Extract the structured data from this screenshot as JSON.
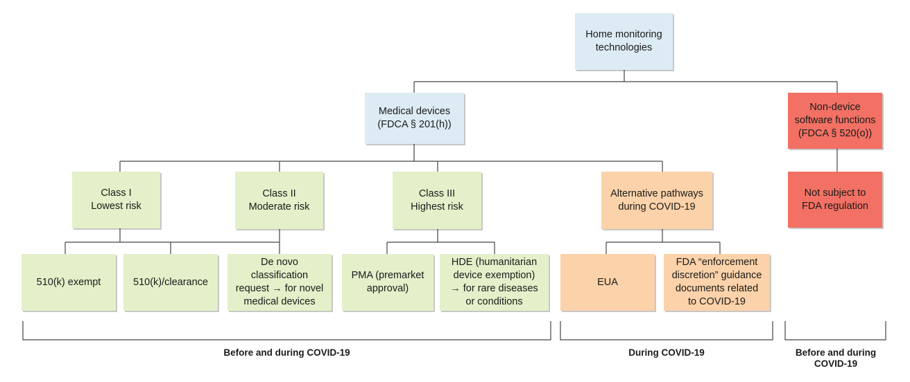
{
  "nodes": {
    "home": "Home monitoring\ntechnologies",
    "medical": "Medical devices\n(FDCA § 201(h))",
    "nondevice": "Non-device\nsoftware functions\n(FDCA § 520(o))",
    "class1": "Class I\nLowest risk",
    "class2": "Class II\nModerate risk",
    "class3": "Class III\nHighest risk",
    "alt": "Alternative pathways\nduring COVID-19",
    "notsubject": "Not subject to\nFDA regulation",
    "exempt": "510(k) exempt",
    "clearance": "510(k)/clearance",
    "denovo": "De novo\nclassification\nrequest → for novel\nmedical devices",
    "pma": "PMA (premarket\napproval)",
    "hde": "HDE (humanitarian\ndevice exemption)\n→ for rare diseases\nor conditions",
    "eua": "EUA",
    "enforcement": "FDA “enforcement\ndiscretion” guidance\ndocuments related\nto COVID-19"
  },
  "brackets": {
    "before_during": "Before and during COVID-19",
    "during": "During COVID-19",
    "before_during_nd": "Before and during\nCOVID-19"
  },
  "colors": {
    "blue": "#dcebf4",
    "green": "#e3f0c9",
    "orange": "#fbd2a9",
    "red": "#f27164",
    "line": "#444444"
  }
}
